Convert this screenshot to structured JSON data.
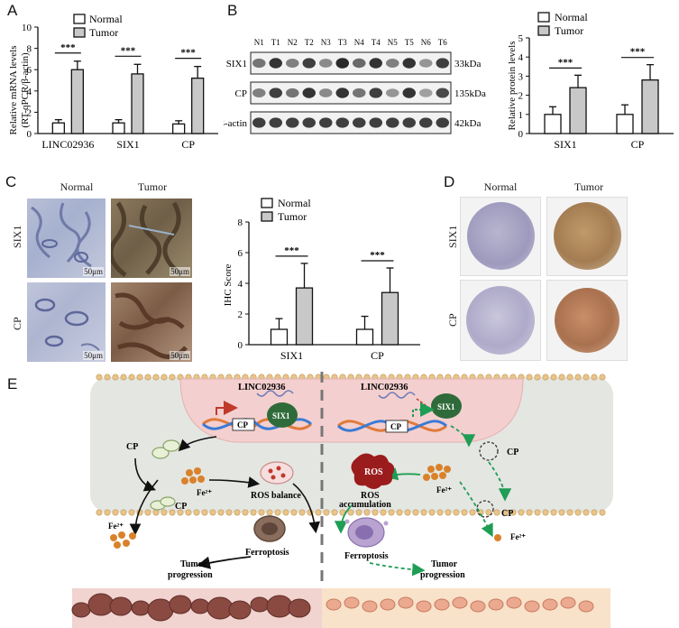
{
  "panels": {
    "A": "A",
    "B": "B",
    "C": "C",
    "D": "D",
    "E": "E"
  },
  "colors": {
    "normal_fill": "#ffffff",
    "tumor_fill": "#c8c8c8",
    "bar_stroke": "#111111"
  },
  "legend": {
    "normal": "Normal",
    "tumor": "Tumor"
  },
  "significance": "***",
  "panel_a": {
    "chart_data": {
      "type": "bar",
      "ylabel": "Relative mRNA levels (RT-qPCR/β-actin)",
      "ylabel_line1": "Relative mRNA levels",
      "ylabel_line2": "(RT-qPCR/β-actin)",
      "ylim": [
        0,
        10
      ],
      "yticks": [
        0,
        2,
        4,
        6,
        8,
        10
      ],
      "categories": [
        "LINC02936",
        "SIX1",
        "CP"
      ],
      "series": [
        {
          "name": "Normal",
          "values": [
            1.0,
            1.0,
            0.9
          ],
          "errors": [
            0.3,
            0.3,
            0.3
          ]
        },
        {
          "name": "Tumor",
          "values": [
            6.0,
            5.6,
            5.2
          ],
          "errors": [
            0.8,
            0.9,
            1.1
          ]
        }
      ]
    }
  },
  "panel_b_blot": {
    "lanes": [
      "N1",
      "T1",
      "N2",
      "T2",
      "N3",
      "T3",
      "N4",
      "T4",
      "N5",
      "T5",
      "N6",
      "T6"
    ],
    "rows": [
      {
        "label": "SIX1",
        "size": "33kDa",
        "intensity": [
          0.55,
          0.85,
          0.5,
          0.8,
          0.45,
          0.9,
          0.6,
          0.85,
          0.5,
          0.85,
          0.4,
          0.8
        ]
      },
      {
        "label": "CP",
        "size": "135kDa",
        "intensity": [
          0.5,
          0.8,
          0.55,
          0.85,
          0.45,
          0.85,
          0.55,
          0.8,
          0.4,
          0.85,
          0.35,
          0.75
        ]
      },
      {
        "label": "β-actin",
        "size": "42kDa",
        "intensity": [
          0.8,
          0.8,
          0.8,
          0.8,
          0.8,
          0.8,
          0.8,
          0.8,
          0.8,
          0.8,
          0.8,
          0.8
        ]
      }
    ]
  },
  "panel_b_chart": {
    "chart_data": {
      "type": "bar",
      "ylabel": "Relative protein levels",
      "ylim": [
        0,
        5
      ],
      "yticks": [
        0,
        1,
        2,
        3,
        4,
        5
      ],
      "categories": [
        "SIX1",
        "CP"
      ],
      "series": [
        {
          "name": "Normal",
          "values": [
            1.0,
            1.0
          ],
          "errors": [
            0.4,
            0.5
          ]
        },
        {
          "name": "Tumor",
          "values": [
            2.4,
            2.8
          ],
          "errors": [
            0.65,
            0.8
          ]
        }
      ]
    }
  },
  "panel_c": {
    "col_normal": "Normal",
    "col_tumor": "Tumor",
    "row_six1": "SIX1",
    "row_cp": "CP",
    "scale": "50μm",
    "chart_data": {
      "type": "bar",
      "ylabel": "IHC Score",
      "ylim": [
        0,
        8
      ],
      "yticks": [
        0,
        2,
        4,
        6,
        8
      ],
      "categories": [
        "SIX1",
        "CP"
      ],
      "series": [
        {
          "name": "Normal",
          "values": [
            1.0,
            1.0
          ],
          "errors": [
            0.7,
            0.85
          ]
        },
        {
          "name": "Tumor",
          "values": [
            3.7,
            3.4
          ],
          "errors": [
            1.6,
            1.6
          ]
        }
      ]
    }
  },
  "panel_d": {
    "col_normal": "Normal",
    "col_tumor": "Tumor",
    "row_six1": "SIX1",
    "row_cp": "CP"
  },
  "panel_e": {
    "lnc_left": "LINC02936",
    "lnc_right": "LINC02936",
    "cp_gene_left": "CP",
    "six1_left": "SIX1",
    "cp_gene_right": "CP",
    "six1_right": "SIX1",
    "cp1": "CP",
    "cp2": "CP",
    "cp3": "CP",
    "cp4": "CP",
    "fe1": "Fe²⁺",
    "fe2": "Fe²⁺",
    "fe3": "Fe²⁺",
    "fe4": "Fe²⁺",
    "ros_balance": "ROS balance",
    "ros": "ROS",
    "ros_accum_1": "ROS",
    "ros_accum_2": "accumulation",
    "ferroptosis_left": "Ferroptosis",
    "ferroptosis_right": "Ferroptosis",
    "tumor_prog_left_1": "Tumor",
    "tumor_prog_left_2": "progression",
    "tumor_prog_right_1": "Tumor",
    "tumor_prog_right_2": "progression"
  }
}
